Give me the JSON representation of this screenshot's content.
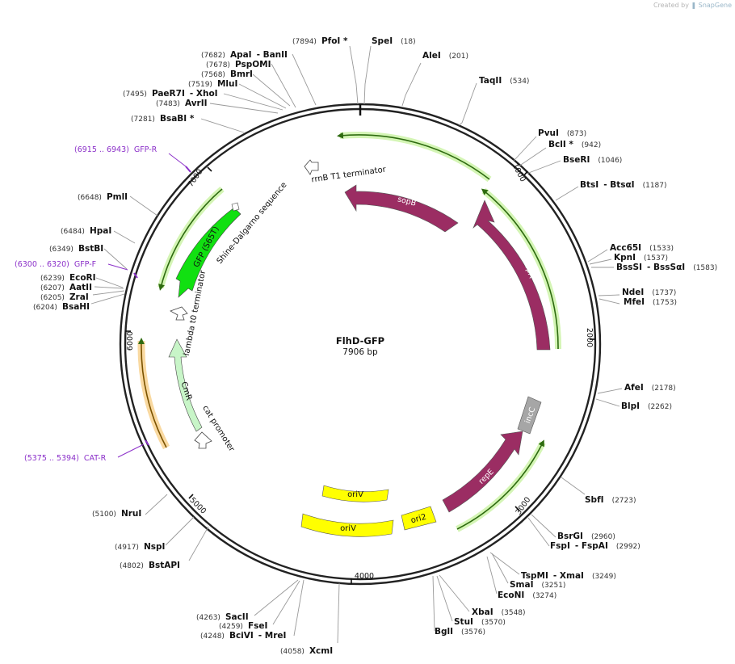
{
  "credit": {
    "prefix": "Created by",
    "brand": "SnapGene"
  },
  "plasmid": {
    "name": "FlhD-GFP",
    "size": "7906 bp"
  },
  "ticks": [
    "1000",
    "2000",
    "3000",
    "4000",
    "5000",
    "6000",
    "7000"
  ],
  "sites": [
    {
      "name": "PfoI *",
      "pos": "(7894)"
    },
    {
      "name": "SpeI",
      "pos": "(18)"
    },
    {
      "name": "AleI",
      "pos": "(201)"
    },
    {
      "name": "TaqII",
      "pos": "(534)"
    },
    {
      "name": "PvuI",
      "pos": "(873)"
    },
    {
      "name": "BclI *",
      "pos": "(942)"
    },
    {
      "name": "BseRI",
      "pos": "(1046)"
    },
    {
      "name": "BtsI",
      "name2": "BtsαI",
      "pos": "(1187)"
    },
    {
      "name": "Acc65I",
      "pos": "(1533)"
    },
    {
      "name": "KpnI",
      "pos": "(1537)"
    },
    {
      "name": "BssSI",
      "name2": "BssSαI",
      "pos": "(1583)"
    },
    {
      "name": "NdeI",
      "pos": "(1737)"
    },
    {
      "name": "MfeI",
      "pos": "(1753)"
    },
    {
      "name": "AfeI",
      "pos": "(2178)"
    },
    {
      "name": "BlpI",
      "pos": "(2262)"
    },
    {
      "name": "SbfI",
      "pos": "(2723)"
    },
    {
      "name": "BsrGI",
      "pos": "(2960)"
    },
    {
      "name": "FspI",
      "name2": "FspAI",
      "pos": "(2992)"
    },
    {
      "name": "TspMI",
      "name2": "XmaI",
      "pos": "(3249)"
    },
    {
      "name": "SmaI",
      "pos": "(3251)"
    },
    {
      "name": "EcoNI",
      "pos": "(3274)"
    },
    {
      "name": "XbaI",
      "pos": "(3548)"
    },
    {
      "name": "StuI",
      "pos": "(3570)"
    },
    {
      "name": "BglI",
      "pos": "(3576)"
    },
    {
      "name": "XcmI",
      "pos": "(4058)"
    },
    {
      "name": "BciVI",
      "name2": "MreI",
      "pos": "(4248)"
    },
    {
      "name": "FseI",
      "pos": "(4259)"
    },
    {
      "name": "SacII",
      "pos": "(4263)"
    },
    {
      "name": "BstAPI",
      "pos": "(4802)"
    },
    {
      "name": "NspI",
      "pos": "(4917)"
    },
    {
      "name": "NruI",
      "pos": "(5100)"
    },
    {
      "name": "BsaHI",
      "pos": "(6204)"
    },
    {
      "name": "ZraI",
      "pos": "(6205)"
    },
    {
      "name": "AatII",
      "pos": "(6207)"
    },
    {
      "name": "EcoRI",
      "pos": "(6239)"
    },
    {
      "name": "BstBI",
      "pos": "(6349)"
    },
    {
      "name": "HpaI",
      "pos": "(6484)"
    },
    {
      "name": "PmlI",
      "pos": "(6648)"
    },
    {
      "name": "BsaBI *",
      "pos": "(7281)"
    },
    {
      "name": "AvrII",
      "pos": "(7483)"
    },
    {
      "name": "PaeR7I",
      "name2": "XhoI",
      "pos": "(7495)"
    },
    {
      "name": "MluI",
      "pos": "(7519)"
    },
    {
      "name": "BmrI",
      "pos": "(7568)"
    },
    {
      "name": "PspOMI",
      "pos": "(7678)"
    },
    {
      "name": "ApaI",
      "name2": "BanII",
      "pos": "(7682)"
    }
  ],
  "primers": [
    {
      "name": "GFP-R",
      "range": "(6915 .. 6943)"
    },
    {
      "name": "GFP-F",
      "range": "(6300 .. 6320)"
    },
    {
      "name": "CAT-R",
      "range": "(5375 .. 5394)"
    }
  ],
  "features": [
    {
      "name": "sopB",
      "color": "#9b2d63"
    },
    {
      "name": "sopA",
      "color": "#9b2d63"
    },
    {
      "name": "repE",
      "color": "#9b2d63"
    },
    {
      "name": "incC",
      "color": "#a6a6a6"
    },
    {
      "name": "ori2",
      "color": "#ffff00"
    },
    {
      "name": "oriV",
      "color": "#ffff00"
    },
    {
      "name": "oriV",
      "color": "#ffff00"
    },
    {
      "name": "CmR",
      "color": "#c8f5c8"
    },
    {
      "name": "GFP (S65T)",
      "color": "#11e011"
    },
    {
      "name": "rrnB T1 terminator",
      "color": "#ffffff"
    },
    {
      "name": "Shine-Dalgarno sequence",
      "color": "#ffffff"
    },
    {
      "name": "lambda t0 terminator",
      "color": "#ffffff"
    },
    {
      "name": "cat promoter",
      "color": "#ffffff"
    }
  ]
}
